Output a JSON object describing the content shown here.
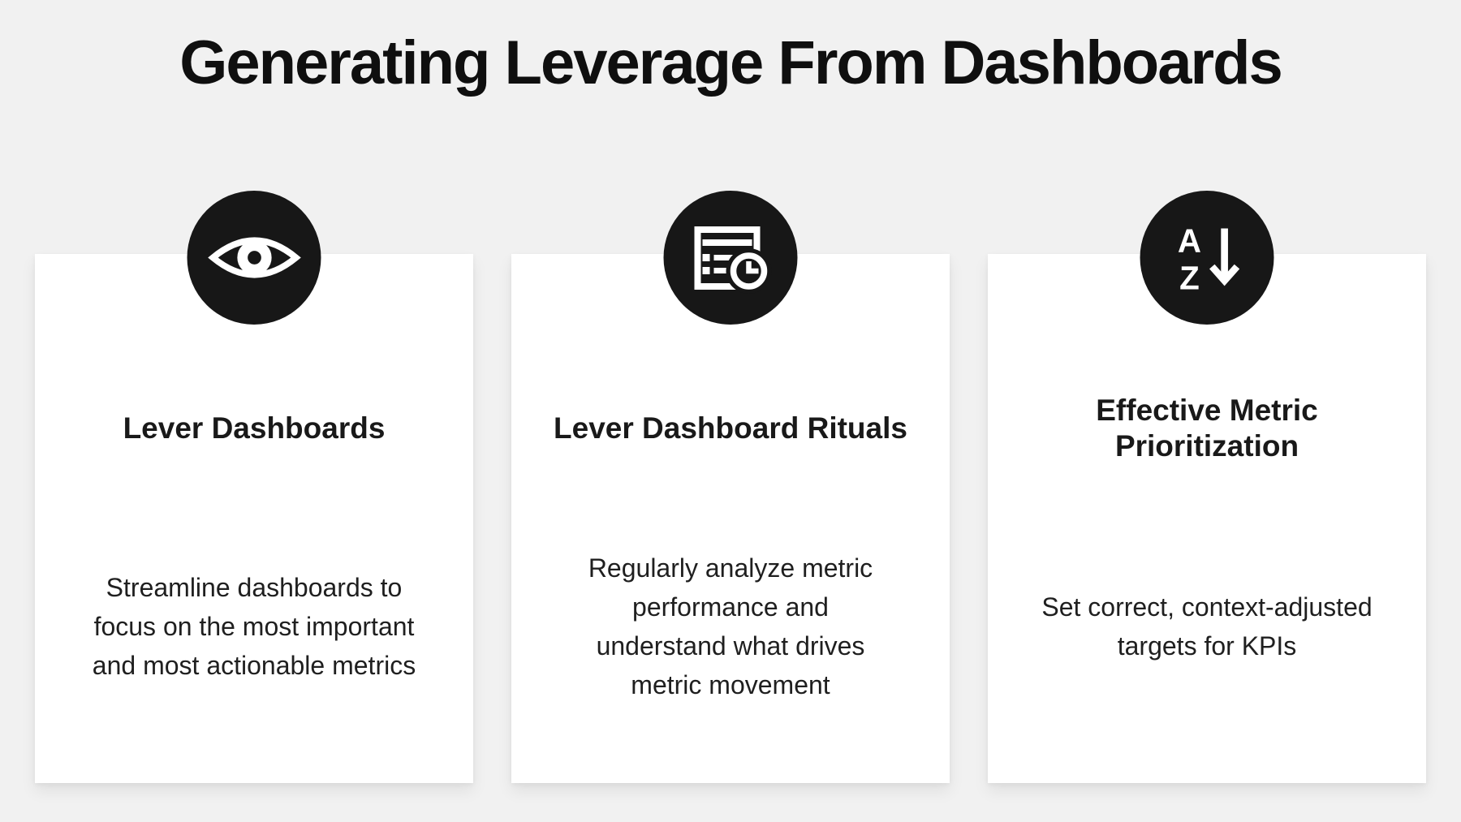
{
  "page": {
    "title": "Generating Leverage From Dashboards",
    "colors": {
      "background": "#f1f1f1",
      "card": "#ffffff",
      "icon_circle": "#171717",
      "text": "#111111"
    }
  },
  "cards": [
    {
      "icon": "eye-icon",
      "title": "Lever Dashboards",
      "body": "Streamline dashboards to\nfocus on the most important\nand most actionable metrics"
    },
    {
      "icon": "calendar-clock-icon",
      "title": "Lever Dashboard Rituals",
      "body": "Regularly analyze metric\nperformance and\nunderstand what drives\nmetric movement"
    },
    {
      "icon": "sort-alphabetical-descending-icon",
      "title": "Effective Metric\nPrioritization",
      "body": "Set correct, context-adjusted\ntargets for KPIs"
    }
  ]
}
